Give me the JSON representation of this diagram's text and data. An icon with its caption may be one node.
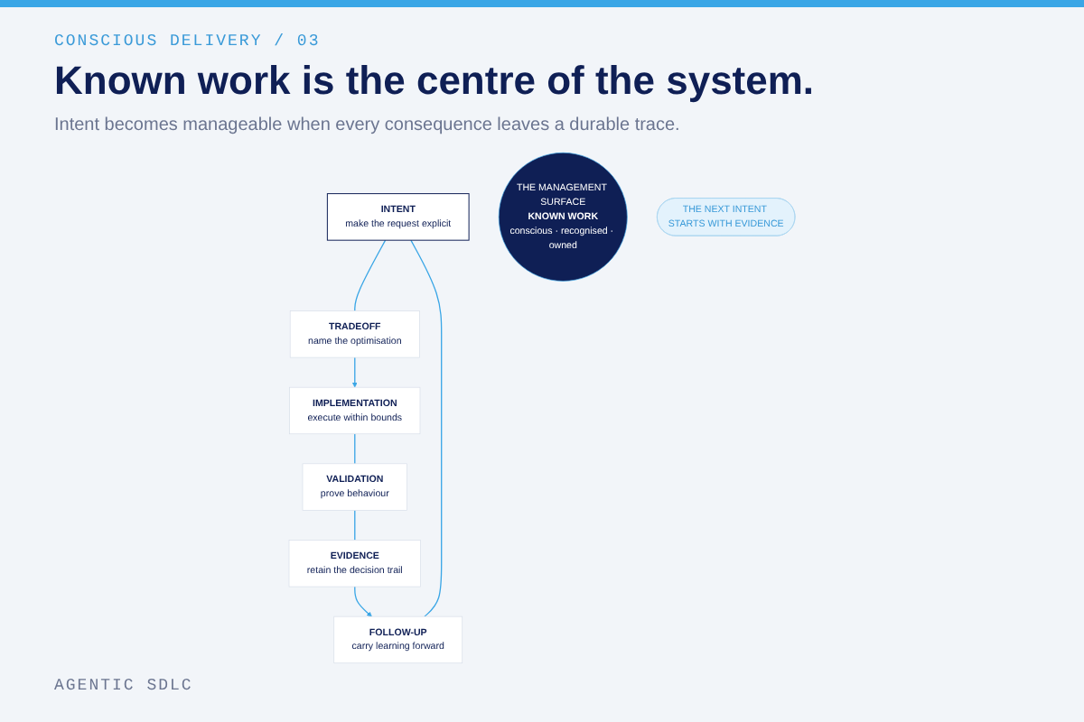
{
  "diagram": {
    "title": "Known work is the centre of the system.",
    "nodes": [
      {
        "text": [
          "INTENT",
          "make the request explicit"
        ]
      },
      {
        "text": [
          "TRADEOFF",
          "name the optimisation"
        ]
      },
      {
        "text": [
          "IMPLEMENTATION",
          "execute within bounds"
        ]
      },
      {
        "text": [
          "VALIDATION",
          "prove behaviour"
        ]
      },
      {
        "text": [
          "EVIDENCE",
          "retain the decision trail"
        ]
      },
      {
        "text": [
          "FOLLOW-UP",
          "carry learning forward"
        ]
      },
      {
        "text": [
          "THE MANAGEMENT SURFACE",
          "KNOWN WORK",
          "conscious · recognised · owned"
        ]
      },
      {
        "text": [
          "THE NEXT INTENT STARTS WITH EVIDENCE"
        ]
      }
    ],
    "edges": [
      {
        "from": 0,
        "to": 1,
        "arrow": "none"
      },
      {
        "from": 1,
        "to": 2,
        "arrow": "to"
      },
      {
        "from": 2,
        "to": 3,
        "arrow": "none"
      },
      {
        "from": 3,
        "to": 4,
        "arrow": "none"
      },
      {
        "from": 4,
        "to": 5,
        "arrow": "to"
      },
      {
        "from": 5,
        "to": 0,
        "arrow": "none"
      }
    ],
    "labels": [
      "CONSCIOUS DELIVERY / 03",
      "Intent becomes manageable when every consequence leaves a durable trace.",
      "AGENTIC SDLC"
    ]
  }
}
